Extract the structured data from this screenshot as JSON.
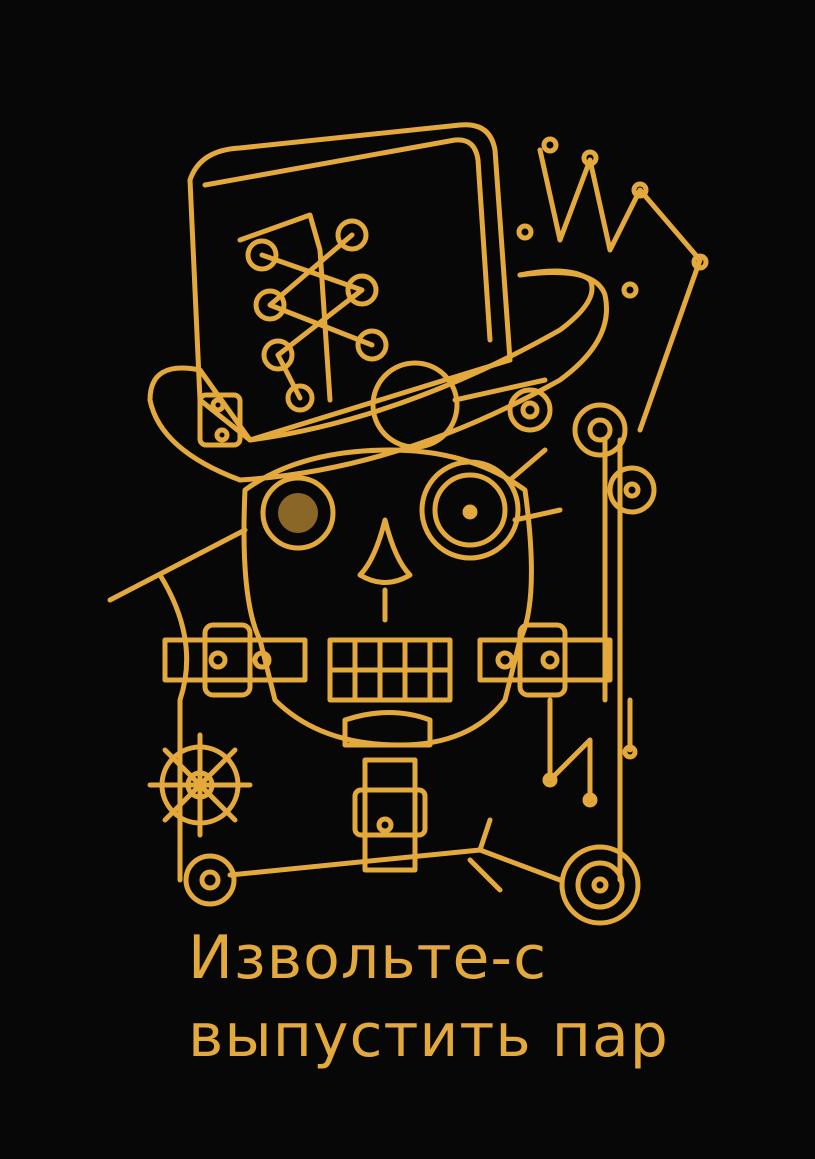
{
  "card": {
    "caption_line1": "Извольте-с",
    "caption_line2": "выпустить пар",
    "colors": {
      "background": "#070707",
      "gold": "#e3a93c"
    },
    "illustration": "steampunk-skull-top-hat"
  }
}
